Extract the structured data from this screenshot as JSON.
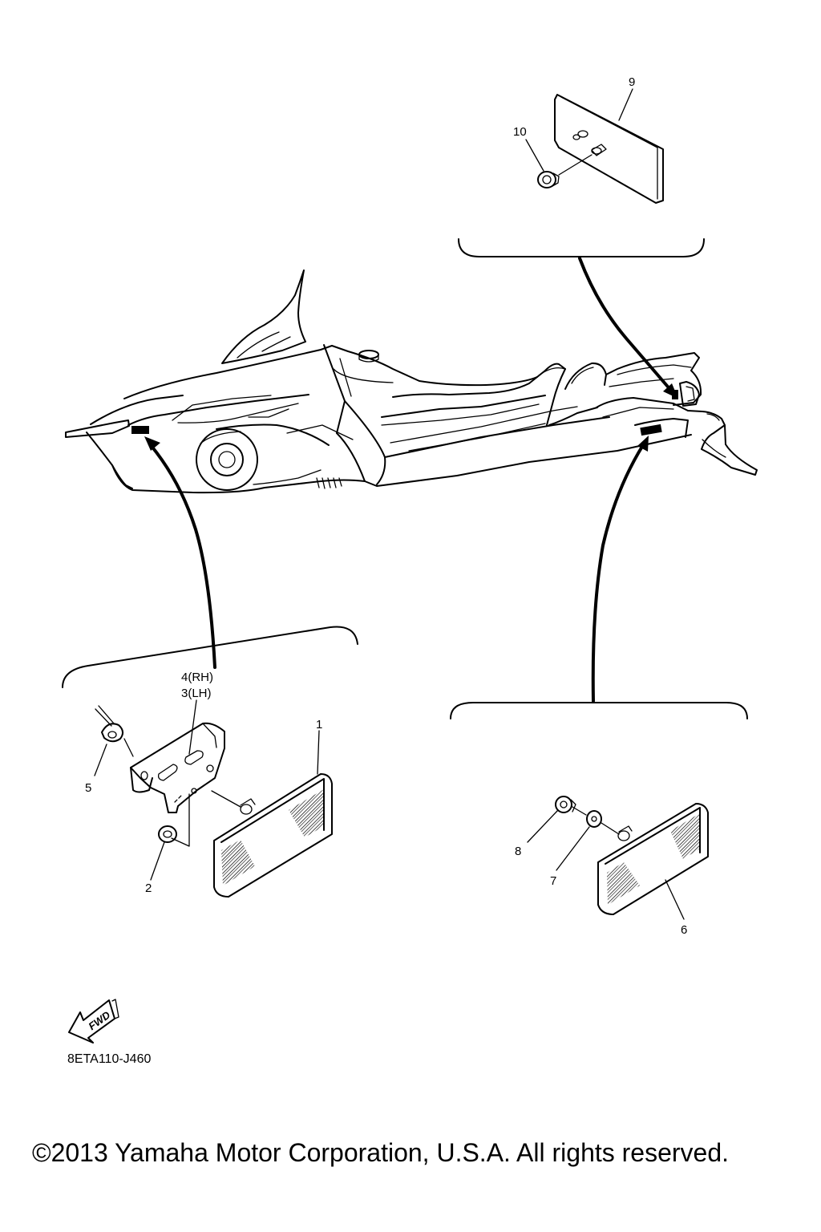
{
  "diagram": {
    "callouts": {
      "p1": "1",
      "p2": "2",
      "p3_4_line1": "4(RH)",
      "p3_4_line2": "3(LH)",
      "p5": "5",
      "p6": "6",
      "p7": "7",
      "p8": "8",
      "p9": "9",
      "p10": "10"
    },
    "fwd_label": "FWD",
    "drawing_code": "8ETA110-J460"
  },
  "footer": {
    "copyright": "©2013 Yamaha Motor Corporation, U.S.A. All rights reserved."
  }
}
